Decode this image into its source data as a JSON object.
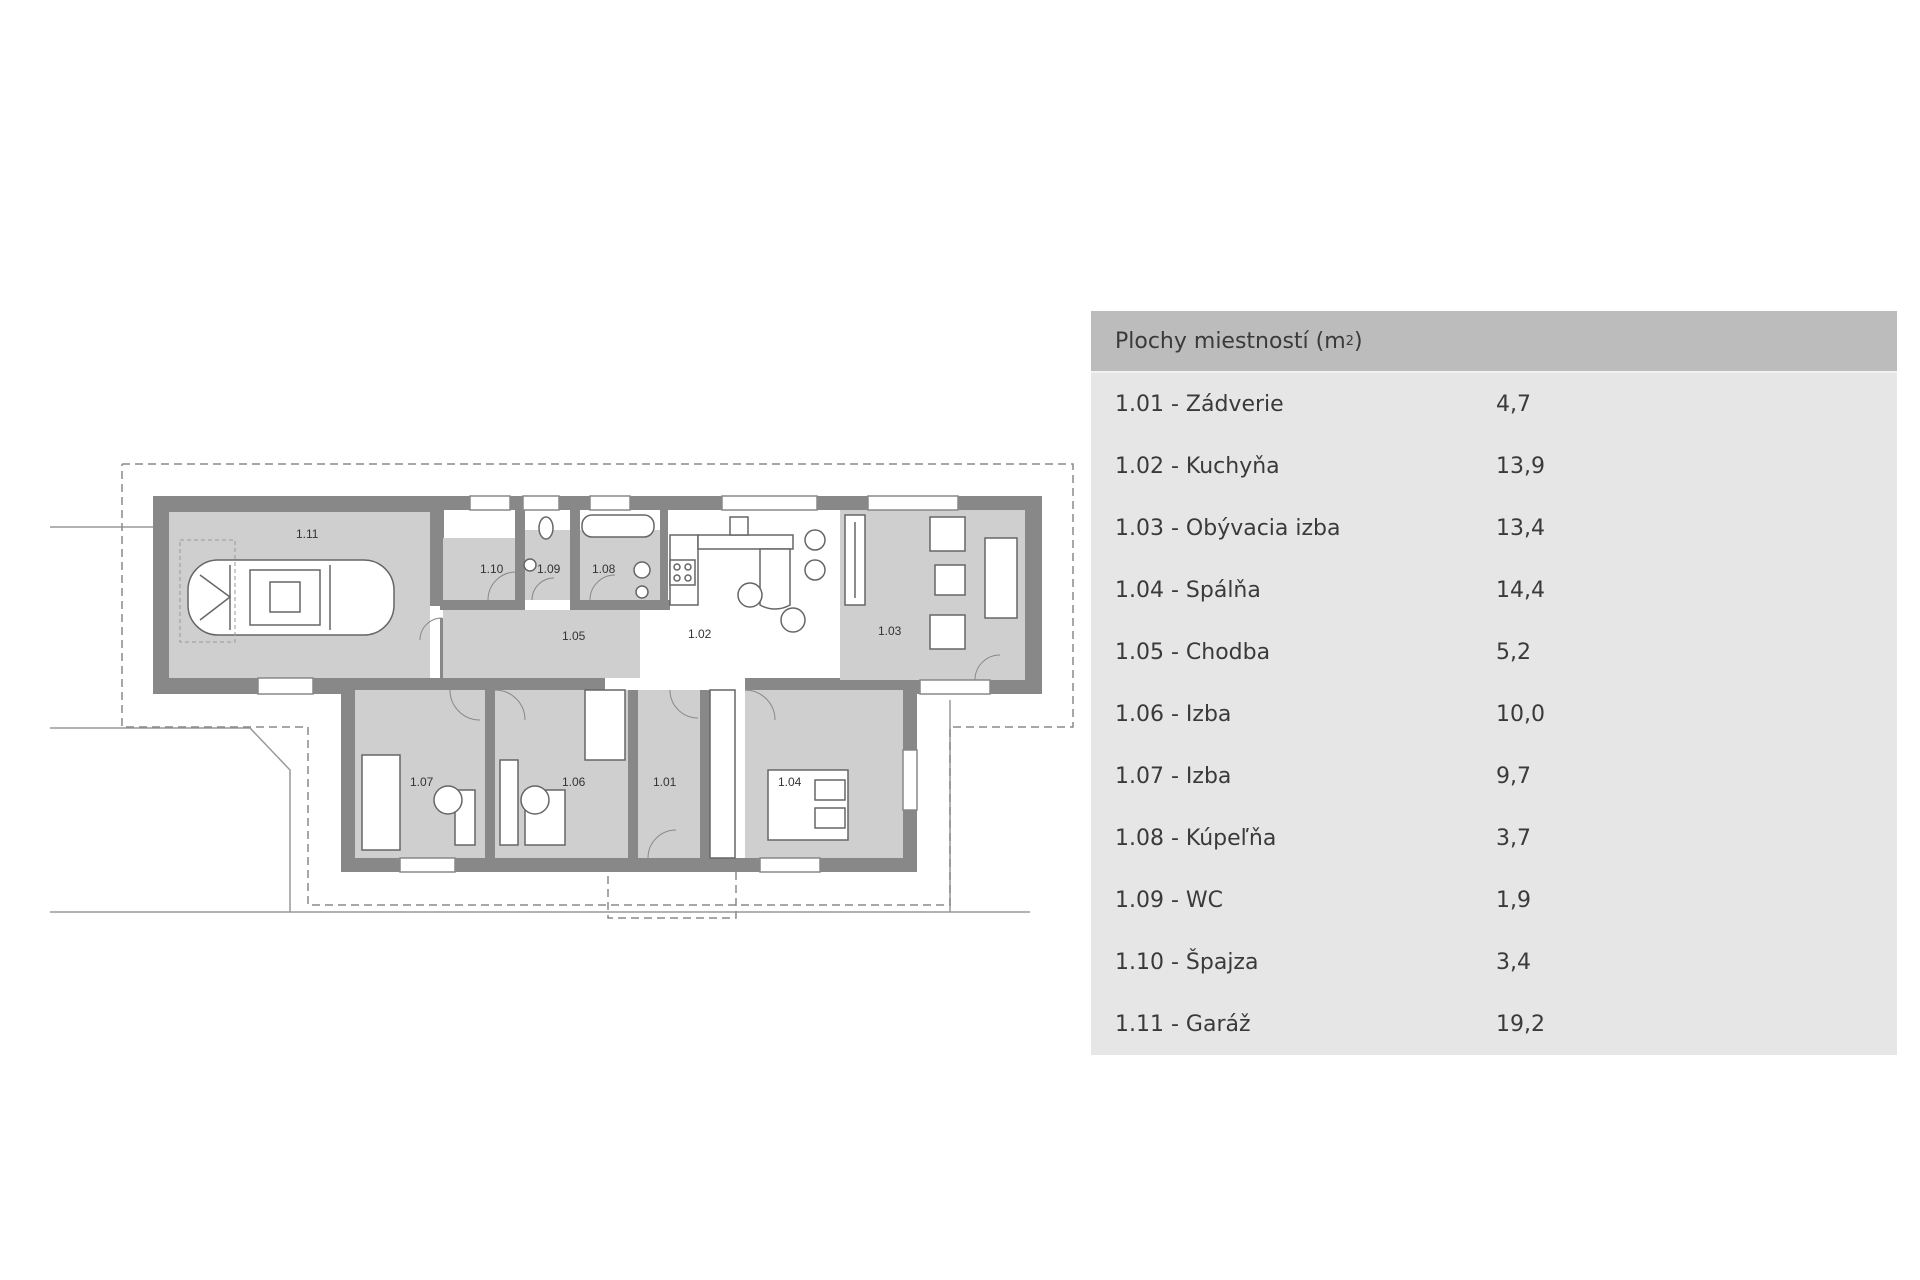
{
  "plan": {
    "rooms": [
      {
        "id": "1.11"
      },
      {
        "id": "1.10"
      },
      {
        "id": "1.09"
      },
      {
        "id": "1.08"
      },
      {
        "id": "1.05"
      },
      {
        "id": "1.02"
      },
      {
        "id": "1.03"
      },
      {
        "id": "1.07"
      },
      {
        "id": "1.06"
      },
      {
        "id": "1.01"
      },
      {
        "id": "1.04"
      }
    ]
  },
  "table": {
    "title": "Plochy miestností (m",
    "title_sup": "2",
    "title_close": ")",
    "rows": [
      {
        "name": "1.01 - Zádverie",
        "area": "4,7"
      },
      {
        "name": "1.02 - Kuchyňa",
        "area": "13,9"
      },
      {
        "name": "1.03 - Obývacia izba",
        "area": "13,4"
      },
      {
        "name": "1.04 - Spálňa",
        "area": "14,4"
      },
      {
        "name": "1.05 - Chodba",
        "area": "5,2"
      },
      {
        "name": "1.06 - Izba",
        "area": "10,0"
      },
      {
        "name": "1.07 - Izba",
        "area": "9,7"
      },
      {
        "name": "1.08 - Kúpeľňa",
        "area": "3,7"
      },
      {
        "name": "1.09 - WC",
        "area": "1,9"
      },
      {
        "name": "1.10 - Špajza",
        "area": "3,4"
      },
      {
        "name": "1.11 - Garáž",
        "area": "19,2"
      }
    ]
  }
}
